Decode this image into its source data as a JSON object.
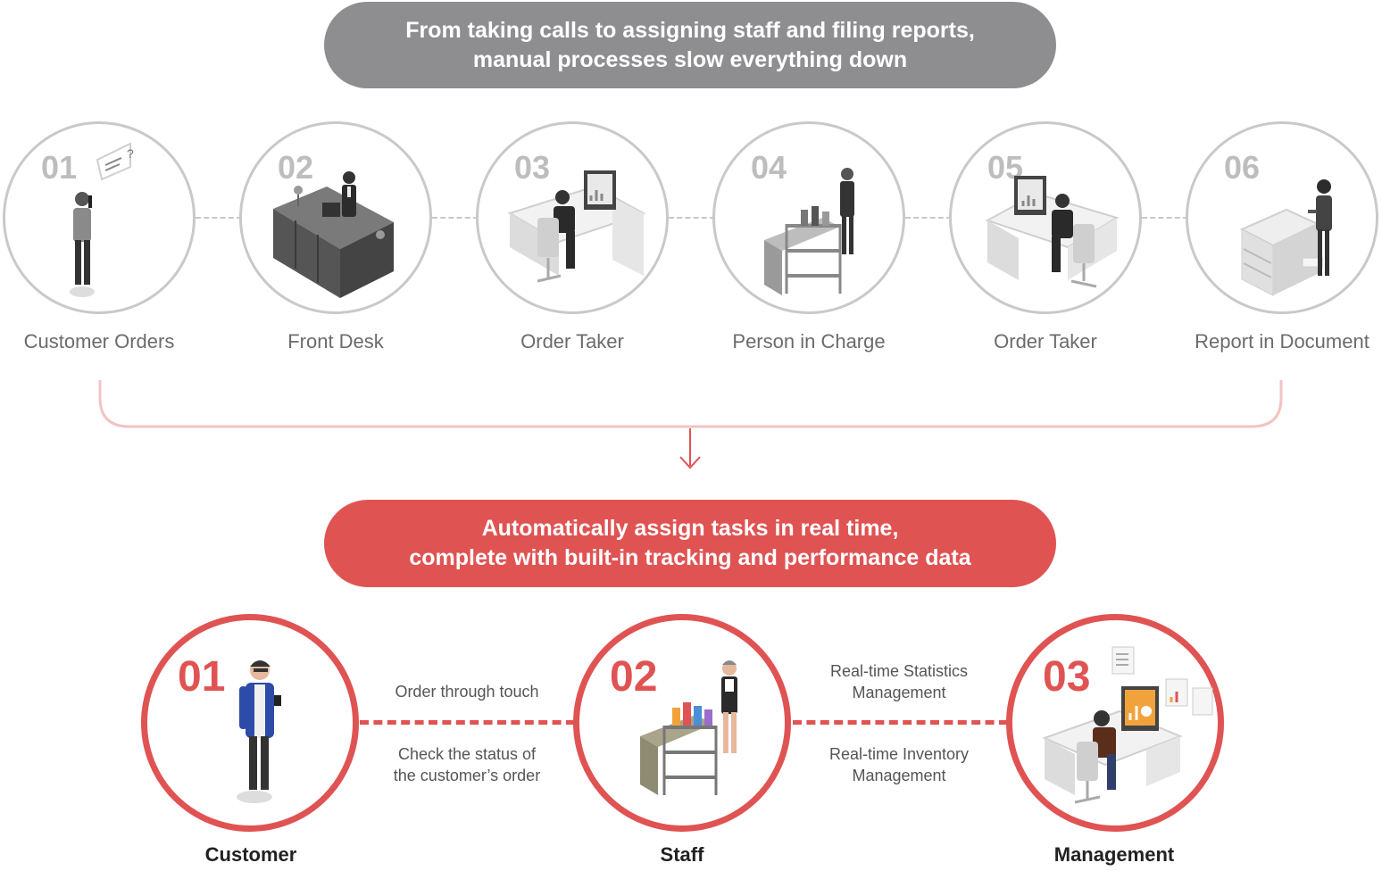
{
  "header": {
    "line1": "From taking calls to assigning staff and filing reports,",
    "line2": "manual processes slow everything down"
  },
  "old_steps": [
    {
      "num": "01",
      "label": "Customer Orders"
    },
    {
      "num": "02",
      "label": "Front Desk"
    },
    {
      "num": "03",
      "label": "Order Taker"
    },
    {
      "num": "04",
      "label": "Person in Charge"
    },
    {
      "num": "05",
      "label": "Order Taker"
    },
    {
      "num": "06",
      "label": "Report in Document"
    }
  ],
  "solution": {
    "line1": "Automatically assign tasks in real time,",
    "line2": "complete with built-in tracking and performance data"
  },
  "new_steps": [
    {
      "num": "01",
      "label": "Customer"
    },
    {
      "num": "02",
      "label": "Staff"
    },
    {
      "num": "03",
      "label": "Management"
    }
  ],
  "connectors": {
    "first": {
      "above": "Order through touch",
      "below_line1": "Check the status of",
      "below_line2": "the customer’s order"
    },
    "second": {
      "above_line1": "Real-time Statistics",
      "above_line2": "Management",
      "below_line1": "Real-time Inventory",
      "below_line2": "Management"
    }
  },
  "colors": {
    "accent": "#e05353",
    "gray_pill": "#8e8e90",
    "circle_gray": "#c9c9c9"
  }
}
